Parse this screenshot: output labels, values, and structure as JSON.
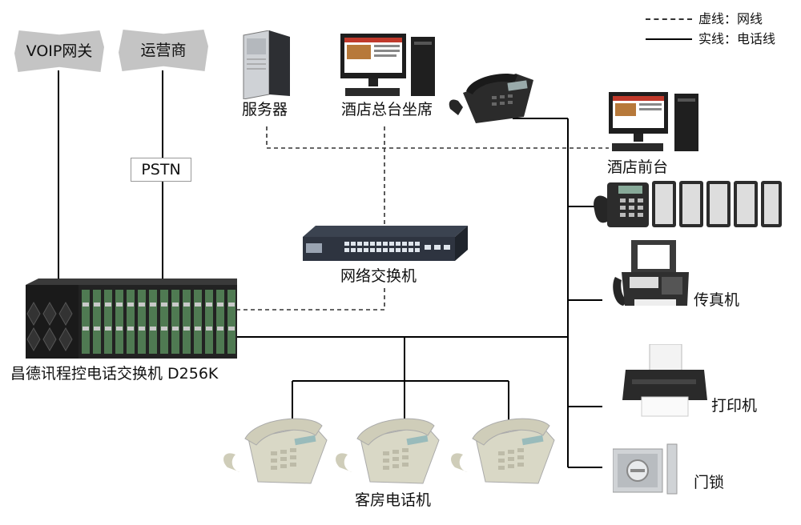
{
  "legend": {
    "dashed": "虚线：网线",
    "solid": "实线：电话线"
  },
  "nodes": {
    "voip": "VOIP网关",
    "carrier": "运营商",
    "pstn": "PSTN",
    "server": "服务器",
    "operator_console": "酒店总台坐席",
    "front_desk": "酒店前台",
    "switch": "网络交换机",
    "pbx": "昌德讯程控电话交换机 D256K",
    "fax": "传真机",
    "printer": "打印机",
    "door_lock": "门锁",
    "guest_phones": "客房电话机"
  },
  "colors": {
    "solid_line": "#000000",
    "dashed_line": "#333333",
    "cloud_fill": "#c4c4c4",
    "pbx_body": "#2a2a2a",
    "switch_body": "#2e3440",
    "phone_beige": "#d9d8c6",
    "phone_dark": "#262626"
  }
}
